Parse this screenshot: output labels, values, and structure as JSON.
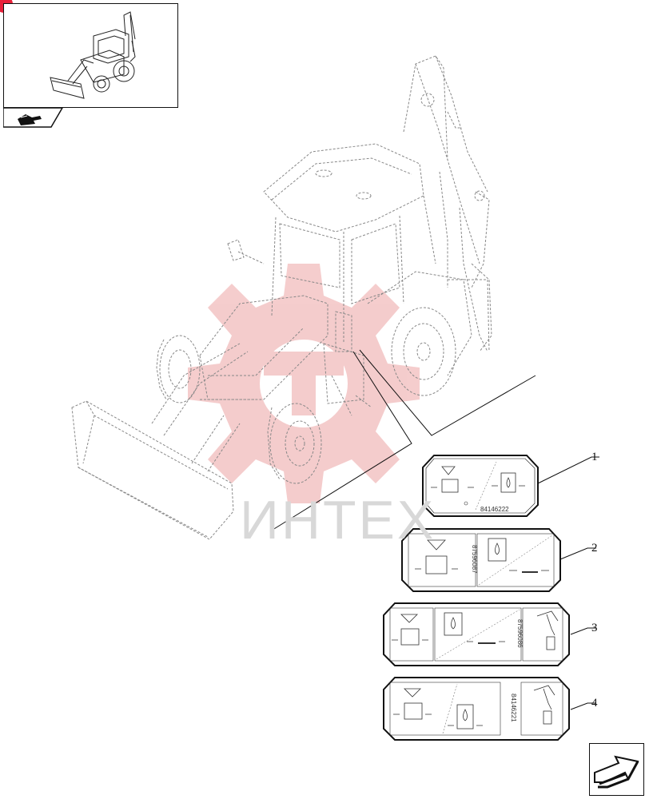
{
  "watermark": {
    "text": "ИНТЕХ",
    "color": "#d8d8d8",
    "logo_color": "#f3c4c4"
  },
  "brand_dot_color": "#e8213a",
  "callouts": [
    {
      "number": "1",
      "code": "84146222"
    },
    {
      "number": "2",
      "code": "87596087"
    },
    {
      "number": "3",
      "code": "87596086"
    },
    {
      "number": "4",
      "code": "84146221"
    }
  ],
  "icons": {
    "thumbnail": "backhoe-loader-thumbnail",
    "tab": "hand-pointing-icon",
    "nav": "next-page-arrow-icon"
  }
}
